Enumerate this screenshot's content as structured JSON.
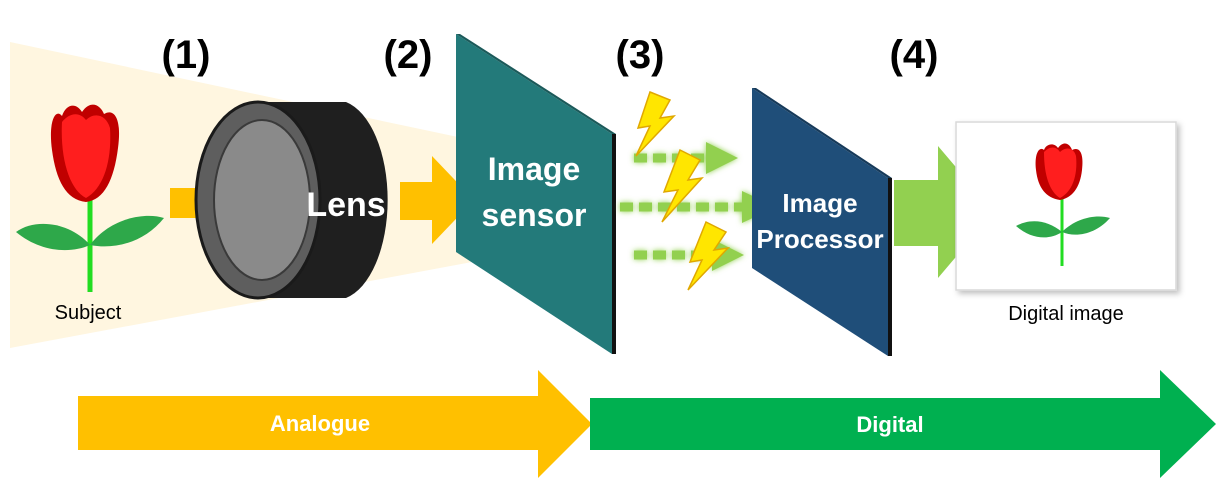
{
  "steps": [
    "(1)",
    "(2)",
    "(3)",
    "(4)"
  ],
  "subject_label": "Subject",
  "lens_label": "Lens",
  "sensor_label_line1": "Image",
  "sensor_label_line2": "sensor",
  "processor_label_line1": "Image",
  "processor_label_line2": "Processor",
  "output_label": "Digital image",
  "bottom_arrows": {
    "analogue": "Analogue",
    "digital": "Digital"
  },
  "colors": {
    "analogue_arrow": "#FFC000",
    "digital_arrow": "#00B050",
    "sensor": "#237A7A",
    "processor": "#1F4E79",
    "green_arrow": "#92D050",
    "lens_body": "#1F1F1F",
    "light_cone": "#FFF6E0",
    "tulip_red": "#E00000",
    "stem_green": "#22DD22",
    "leaf_green": "#2EA84A",
    "bolt_yellow": "#FFE600"
  },
  "icons": [
    "tulip-icon",
    "lens-icon",
    "lightning-bolt-icon",
    "arrow-icon"
  ]
}
